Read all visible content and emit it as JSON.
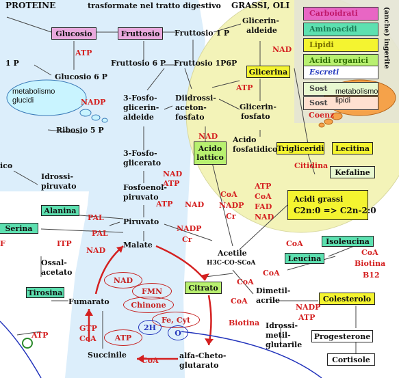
{
  "header": {
    "left": "PROTEINE",
    "center": "trasformate nel tratto digestivo",
    "right": "GRASSI, OLI",
    "ingerite": "(anche) ingerite"
  },
  "legend": [
    {
      "label": "Carboidrati",
      "color": "#e866c4",
      "text_color": "#c0186a"
    },
    {
      "label": "Aminoacidi",
      "color": "#5de0b0",
      "text_color": "#1a7a55"
    },
    {
      "label": "Lipidi",
      "color": "#f4f430",
      "text_color": "#7a7000"
    },
    {
      "label": "Acidi organici",
      "color": "#b8f070",
      "text_color": "#2c6a00"
    },
    {
      "label": "Escreti",
      "color": "#ffffff",
      "text_color": "#2a3fc0"
    },
    {
      "label": "Sost",
      "color": "#e8f8d0",
      "text_color": "#444"
    },
    {
      "label": "Sost",
      "color": "#ffe0d0",
      "text_color": "#444"
    },
    {
      "label": "Coenz",
      "color": "#f0f0f0",
      "text_color": "#d42020"
    }
  ],
  "clouds": {
    "left": {
      "line1": "metabolismo",
      "line2": "glucidi"
    },
    "right": {
      "line1": "metabolismo",
      "line2": "lipidi"
    }
  },
  "boxes": {
    "glucosio": "Glucosio",
    "fruttosio": "Fruttosio",
    "glicerina": "Glicerina",
    "acido_lattico_1": "Acido",
    "acido_lattico_2": "lattico",
    "trigliceridi": "Trigliceridi",
    "lecitina": "Lecitina",
    "kefaline": "Kefaline",
    "acidi_grassi_1": "Acidi grassi",
    "acidi_grassi_2": "C2n:0 => C2n-2:0",
    "alanina": "Alanina",
    "serina": "Serina",
    "tirosina": "Tirosina",
    "citrato": "Citrato",
    "isoleucina": "Isoleucina",
    "leucina": "Leucina",
    "colesterolo": "Colesterolo",
    "progesterone": "Progesterone",
    "cortisole": "Cortisole"
  },
  "labels": {
    "fruttosio_1p": "Fruttosio 1 P",
    "glicerin_aldeide_1": "Glicerin-",
    "glicerin_aldeide_2": "aldeide",
    "lp": "1 P",
    "glucosio_6p": "Glucosio 6 P",
    "fruttosio_6p": "Fruttosio 6 P",
    "fruttosio_1p6p": "Fruttosio 1P6P",
    "fosfo3_ald_1": "3-Fosfo-",
    "fosfo3_ald_2": "glicerin-",
    "fosfo3_ald_3": "aldeide",
    "diidrossi_1": "Diidrossi-",
    "diidrossi_2": "aceton-",
    "diidrossi_3": "fosfato",
    "glicerin_fosfato_1": "Glicerin-",
    "glicerin_fosfato_2": "fosfato",
    "ribosio": "Ribosio 5 P",
    "acido_fosfatidico_1": "Acido",
    "acido_fosfatidico_2": "fosfatidico",
    "fosfo3_glic_1": "3-Fosfo-",
    "fosfo3_glic_2": "glicerato",
    "ico": "ico",
    "idrossi_piruvato_1": "Idrossi-",
    "idrossi_piruvato_2": "piruvato",
    "fosfoenol_1": "Fosfoenol-",
    "fosfoenol_2": "piruvato",
    "piruvato": "Piruvato",
    "malate": "Malate",
    "acetile_1": "Acetile",
    "acetile_2": "H3C-CO-SCoA",
    "ossal_1": "Ossal-",
    "ossal_2": "acetato",
    "fumarato": "Fumarato",
    "succinile": "Succinile",
    "alfa_1": "alfa-Cheto-",
    "alfa_2": "glutarato",
    "dimetil_1": "Dimetil-",
    "dimetil_2": "acrile",
    "idrossi_metil_1": "Idrossi-",
    "idrossi_metil_2": "metil-",
    "idrossi_metil_3": "glutarile"
  },
  "cofactors": {
    "atp_1": "ATP",
    "nadp_1": "NADP",
    "nad_1": "NAD",
    "atp_2": "ATP",
    "nad_2": "NAD",
    "citidina": "Citidina",
    "atp_block": "ATP",
    "coa_block": "CoA",
    "fad_block": "FAD",
    "nad_block": "NAD",
    "coa_2": "CoA",
    "nadp_2": "NADP",
    "cr_1": "Cr",
    "nad_3": "NAD",
    "atp_3": "ATP",
    "atp_4": "ATP",
    "nad_4": "NAD",
    "pal_1": "PAL",
    "pal_2": "PAL",
    "nadp_3": "NADP",
    "cr_2": "Cr",
    "itp": "ITP",
    "f": "F",
    "nad_5": "NAD",
    "coa_3": "CoA",
    "coa_4": "CoA",
    "biotina_1": "Biotina",
    "b12": "B12",
    "coa_5": "CoA",
    "coa_6": "CoA",
    "coa_7": "CoA",
    "biotina_2": "Biotina",
    "nadp_4": "NADP",
    "atp_5": "ATP",
    "gtp": "GTP",
    "coa_8": "CoA",
    "atp_6": "ATP",
    "coa_9": "CoA"
  },
  "krebs_ovals": {
    "nad": "NAD",
    "fmn": "FMN",
    "chinone": "Chinone",
    "fe_cyt": "Fe, Cyt",
    "atp": "ATP",
    "h2": "2H",
    "o": "O"
  }
}
